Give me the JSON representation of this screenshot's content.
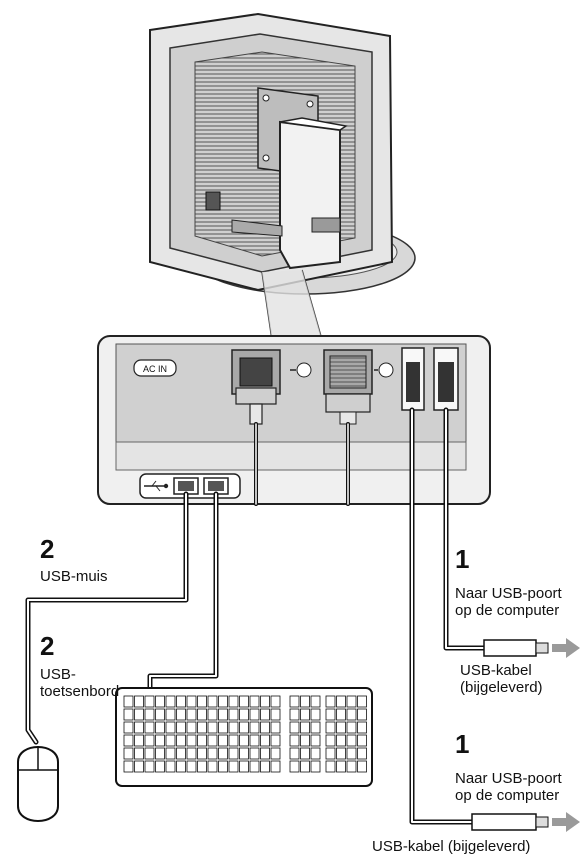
{
  "panel": {
    "ac_in_label": "AC IN"
  },
  "steps": [
    {
      "number": "2",
      "device": "USB-muis"
    },
    {
      "number": "2",
      "device": "USB-\ntoetsenbord"
    },
    {
      "number": "1",
      "destination": "Naar USB-poort\nop de computer",
      "cable": "USB-kabel\n(bijgeleverd)"
    },
    {
      "number": "1",
      "destination": "Naar USB-poort\nop de computer",
      "cable": "USB-kabel (bijgeleverd)"
    }
  ],
  "icons": [
    "monitor-back-illustration",
    "usb-symbol-icon",
    "mouse-icon",
    "keyboard-icon",
    "arrow-right-icon"
  ]
}
